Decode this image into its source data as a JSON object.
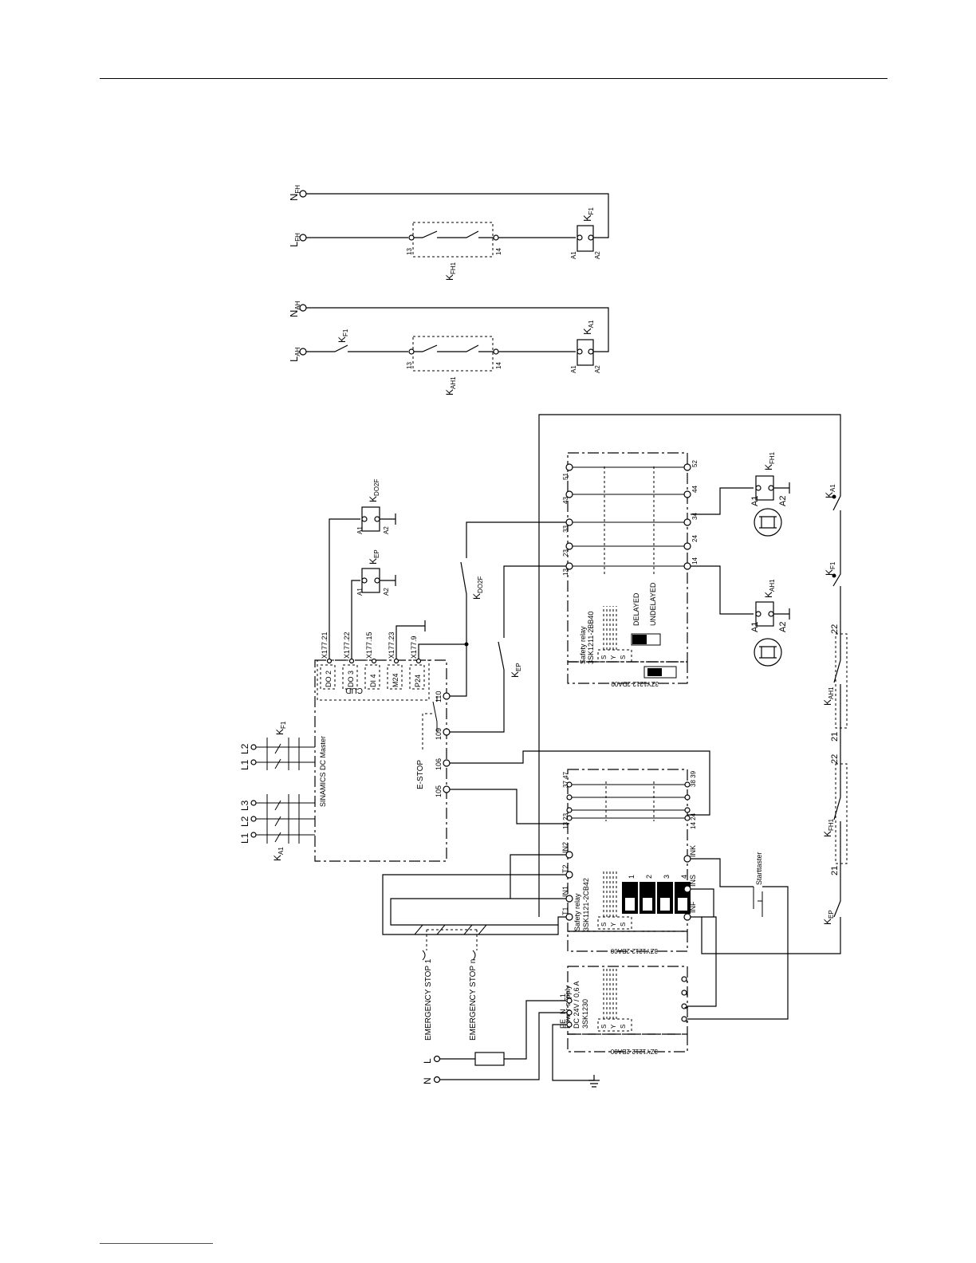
{
  "circuit_fh": {
    "top_label": "N",
    "top_sub": "FH",
    "left_label": "L",
    "left_sub": "FH",
    "contact_name": "K",
    "contact_sub": "FH1",
    "t_in": "13",
    "t_out": "14",
    "coil_name": "K",
    "coil_sub": "F1",
    "a1": "A1",
    "a2": "A2"
  },
  "circuit_ah": {
    "top_label": "N",
    "top_sub": "AH",
    "left_label": "L",
    "left_sub": "AH",
    "interlock_name": "K",
    "interlock_sub": "F1",
    "contact_name": "K",
    "contact_sub": "AH1",
    "t_in": "13",
    "t_out": "14",
    "coil_name": "K",
    "coil_sub": "A1",
    "a1": "A1",
    "a2": "A2"
  },
  "sinamics": {
    "title": "SINAMICS DC Master",
    "mains_a": [
      "L1",
      "L2",
      "L3"
    ],
    "mains_b": [
      "L1",
      "L2"
    ],
    "ka1_name": "K",
    "ka1_sub": "A1",
    "kf1_name": "K",
    "kf1_sub": "F1",
    "cud_label": "CUD",
    "terminals": [
      "X177.21",
      "X177.22",
      "X177.15",
      "X177.23",
      "X177.9"
    ],
    "signals": [
      "DO 2",
      "DO 3",
      "DI 4",
      "M24",
      "P24"
    ],
    "estop_label": "E-STOP",
    "estop_terminals": [
      "105",
      "106",
      "109",
      "110"
    ]
  },
  "coils": {
    "kdo2f_name": "K",
    "kdo2f_sub": "DO2F",
    "kep_name": "K",
    "kep_sub": "EP",
    "a1": "A1",
    "a2": "A2"
  },
  "relay_2bb40": {
    "title": "Safety relay",
    "part": "3SK1211-2BB40",
    "delayed": "DELAYED",
    "undelayed": "UNDELAYED",
    "sys": [
      "S",
      "Y",
      "S"
    ],
    "module": "3ZY1212-2DA00",
    "top_terminals": [
      "13",
      "23",
      "33",
      "43",
      "51"
    ],
    "bottom_terminals": [
      "14",
      "24",
      "34",
      "44",
      "52"
    ]
  },
  "indicators": {
    "kfh1_name": "K",
    "kfh1_sub": "FH1",
    "kah1_name": "K",
    "kah1_sub": "AH1",
    "a1": "A1",
    "a2": "A2"
  },
  "relay_2cb42": {
    "title": "Safety relay",
    "part": "3SK1121-2CB42",
    "sys": [
      "S",
      "Y",
      "S"
    ],
    "module": "3ZY1212-2BA00",
    "switch_numbers": [
      "1",
      "2",
      "3",
      "4"
    ],
    "left_terminals": [
      "T1",
      "IN1",
      "T2",
      "IN2"
    ],
    "top_terminals": [
      "13 23",
      "37 47"
    ],
    "bottom_terminals": [
      "14 24",
      "38 39"
    ],
    "inputs": [
      "INF",
      "INS",
      "INK"
    ]
  },
  "power_supply": {
    "title": "Power supply",
    "rating": "DC 24V / 0,6 A",
    "part": "3SK1230",
    "sys": [
      "S",
      "Y",
      "S"
    ],
    "module": "3ZY1212-2BA00",
    "terminals": [
      "PE",
      "N",
      "L1"
    ],
    "outputs": [
      "+",
      "+",
      "-",
      "-"
    ]
  },
  "mains": {
    "l": "L",
    "n": "N"
  },
  "estops": [
    "EMERGENCY STOP 1",
    "EMERGENCY STOP n"
  ],
  "starttaster": "Starttaster",
  "right_chain": {
    "kep_name": "K",
    "kep_sub": "EP",
    "kfh1_name": "K",
    "kfh1_sub": "FH1",
    "kah1_name": "K",
    "kah1_sub": "AH1",
    "kf1_name": "K",
    "kf1_sub": "F1",
    "ka1_name": "K",
    "ka1_sub": "A1",
    "t21": "21",
    "t22": "22"
  }
}
